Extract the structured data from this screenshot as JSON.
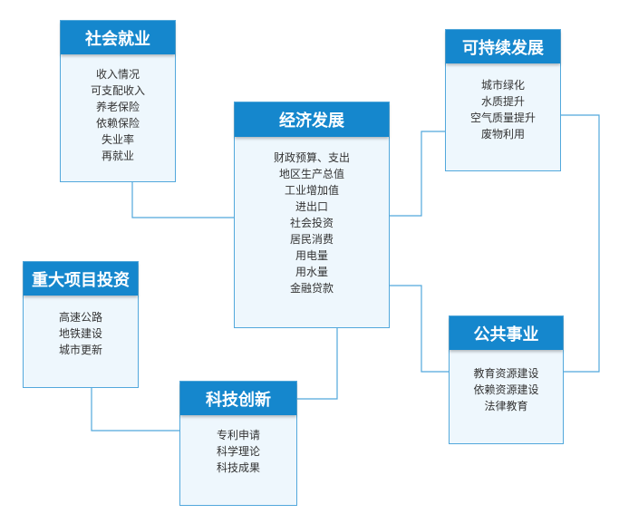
{
  "colors": {
    "header": "#1587cd",
    "border": "#52a8dc",
    "body": "#eef7fd",
    "line": "#52a8dc"
  },
  "boxes": {
    "social": {
      "title": "社会就业",
      "items": [
        "收入情况",
        "可支配收入",
        "养老保险",
        "依赖保险",
        "失业率",
        "再就业"
      ]
    },
    "sustain": {
      "title": "可持续发展",
      "items": [
        "城市绿化",
        "水质提升",
        "空气质量提升",
        "废物利用"
      ]
    },
    "economy": {
      "title": "经济发展",
      "items": [
        "财政预算、支出",
        "地区生产总值",
        "工业增加值",
        "进出口",
        "社会投资",
        "居民消费",
        "用电量",
        "用水量",
        "金融贷款"
      ]
    },
    "major": {
      "title": "重大项目投资",
      "items": [
        "高速公路",
        "地铁建设",
        "城市更新"
      ]
    },
    "tech": {
      "title": "科技创新",
      "items": [
        "专利申请",
        "科学理论",
        "科技成果"
      ]
    },
    "public": {
      "title": "公共事业",
      "items": [
        "教育资源建设",
        "依赖资源建设",
        "法律教育"
      ]
    }
  }
}
